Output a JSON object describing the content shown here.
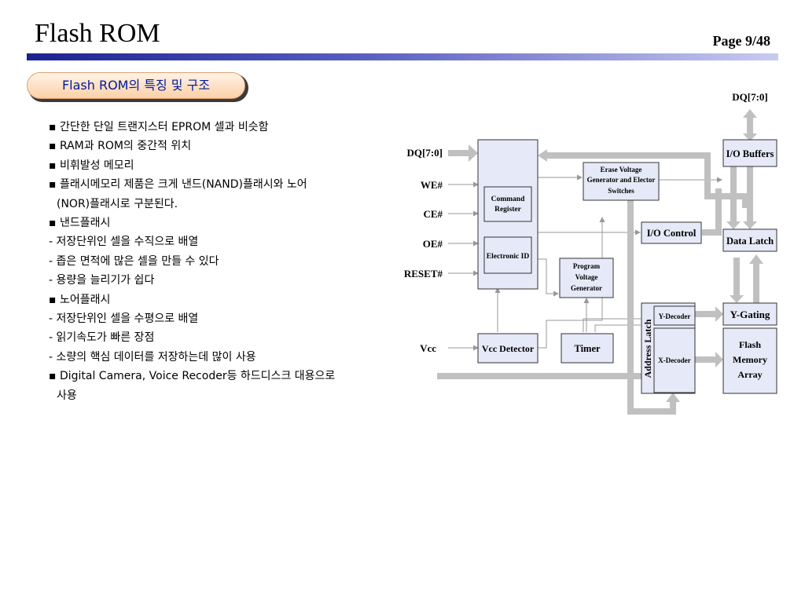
{
  "header": {
    "title": "Flash ROM",
    "page": "Page 9/48"
  },
  "section": {
    "label": "Flash ROM의 특징 및 구조"
  },
  "bullets": [
    "▪ 간단한 단일 트랜지스터 EPROM 셀과 비슷함",
    "▪ RAM과 ROM의 중간적 위치",
    "▪ 비휘발성 메모리",
    "▪ 플래시메모리 제품은 크게 낸드(NAND)플래시와 노어",
    "(NOR)플래시로 구분된다.",
    "▪ 낸드플래시",
    "- 저장단위인 셀을 수직으로 배열",
    "- 좁은 면적에 많은 셀을 만들 수 있다",
    "- 용량을 늘리기가 쉽다",
    "▪ 노어플래시",
    "- 저장단위인 셀을 수평으로 배열",
    "- 읽기속도가 빠른 장점",
    "- 소량의 핵심 데이터를 저장하는데 많이 사용",
    "▪ Digital Camera, Voice Recoder등 하드디스크 대용으로",
    "사용"
  ],
  "diagram": {
    "dq_top": "DQ[7:0]",
    "inputs": {
      "dq": "DQ[7:0]",
      "we": "WE#",
      "ce": "CE#",
      "oe": "OE#",
      "reset": "RESET#",
      "vcc": "Vcc"
    },
    "blocks": {
      "command_register": [
        "Command",
        "Register"
      ],
      "electronic_id": "Electronic ID",
      "erase_voltage": [
        "Erase Voltage",
        "Generator and Elector",
        "Switches"
      ],
      "program_voltage": [
        "Program",
        "Voltage",
        "Generator"
      ],
      "io_control": "I/O Control",
      "io_buffers": "I/O Buffers",
      "data_latch": "Data Latch",
      "y_gating": "Y-Gating",
      "flash_memory": [
        "Flash",
        "Memory",
        "Array"
      ],
      "y_decoder": "Y-Decoder",
      "x_decoder": "X-Decoder",
      "address_latch": "Address Latch",
      "vcc_detector": "Vcc Detector",
      "timer": "Timer"
    },
    "colors": {
      "block_fill": "#e6e9f7",
      "arrow": "#c0c0c0",
      "line": "#999999"
    }
  }
}
